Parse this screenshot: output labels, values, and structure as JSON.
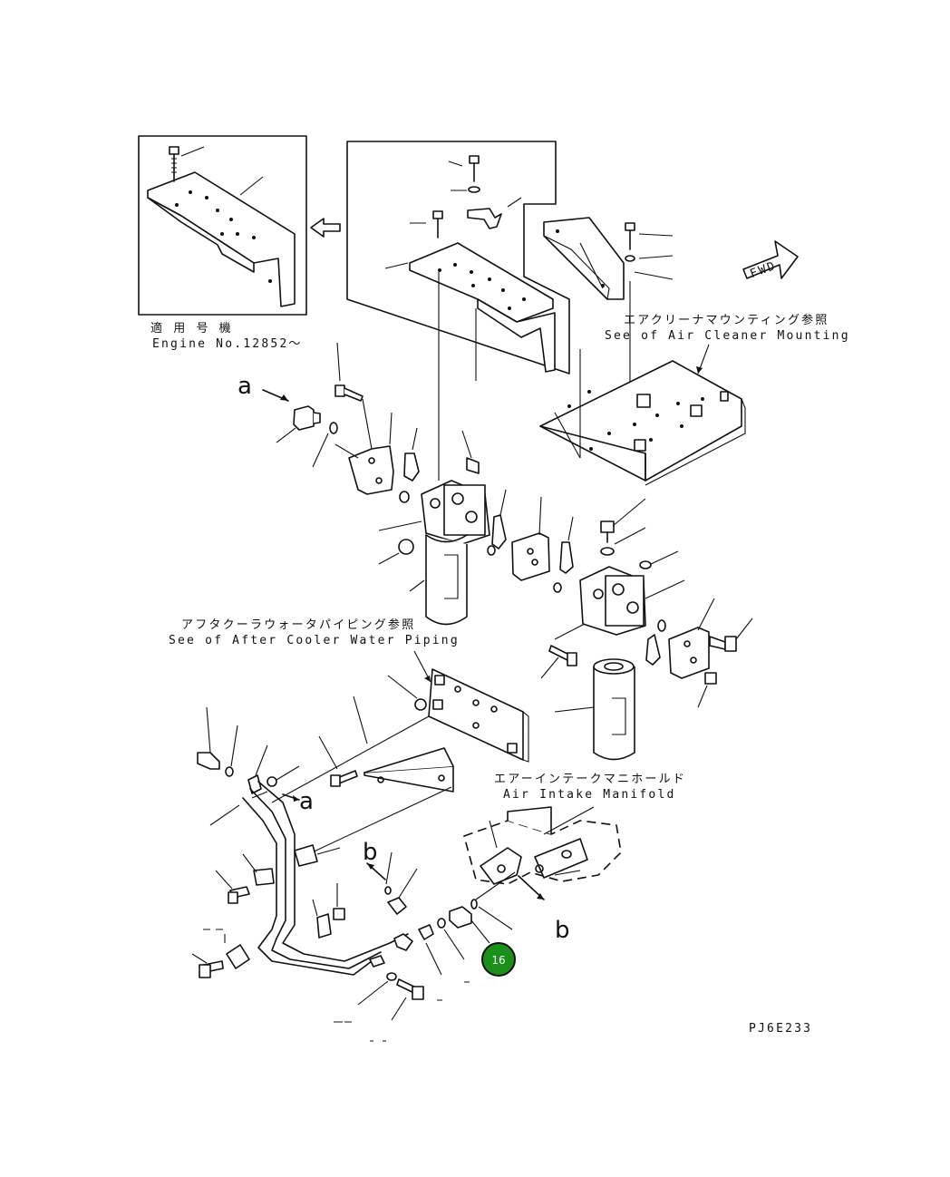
{
  "applicability": {
    "jp": "適 用 号 機",
    "en": "Engine No.12852～"
  },
  "references": {
    "air_cleaner_jp": "エアクリーナマウンティング参照",
    "air_cleaner_en": "See of Air Cleaner Mounting",
    "aftercooler_jp": "アフタクーラウォータパイピング参照",
    "aftercooler_en": "See of After Cooler Water Piping",
    "intake_jp": "エアーインテークマニホールド",
    "intake_en": "Air Intake Manifold"
  },
  "direction_label": "FWD",
  "connection_letters": {
    "a1": "a",
    "a2": "a",
    "b1": "b",
    "b2": "b"
  },
  "callout": {
    "number": "16",
    "color": "#1a8f1a",
    "border": "#111111"
  },
  "drawing_code": "PJ6E233",
  "icons": {
    "arrow": "arrow-right-icon",
    "fwd": "fwd-arrow-icon"
  }
}
